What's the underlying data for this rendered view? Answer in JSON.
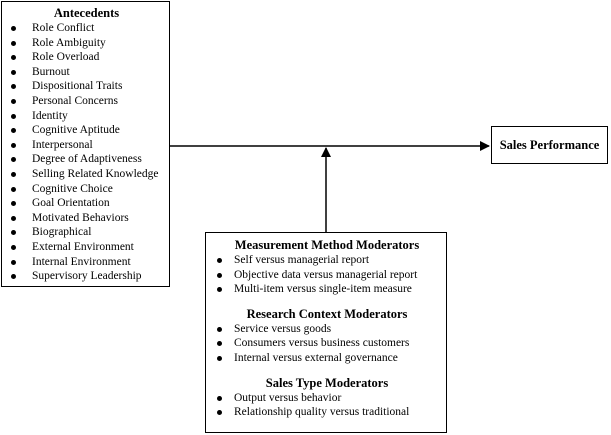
{
  "antecedents": {
    "title": "Antecedents",
    "items": [
      "Role Conflict",
      "Role Ambiguity",
      "Role Overload",
      "Burnout",
      "Dispositional Traits",
      "Personal Concerns",
      "Identity",
      "Cognitive Aptitude",
      "Interpersonal",
      "Degree of Adaptiveness",
      "Selling Related Knowledge",
      "Cognitive Choice",
      "Goal Orientation",
      "Motivated Behaviors",
      "Biographical",
      "External Environment",
      "Internal Environment",
      "Supervisory Leadership"
    ]
  },
  "outcome": {
    "title": "Sales Performance"
  },
  "moderators": {
    "measurement": {
      "title": "Measurement Method Moderators",
      "items": [
        "Self versus managerial report",
        "Objective data versus managerial report",
        "Multi-item versus single-item measure"
      ]
    },
    "research_context": {
      "title": "Research Context Moderators",
      "items": [
        "Service versus goods",
        "Consumers versus business customers",
        "Internal versus external governance"
      ]
    },
    "sales_type": {
      "title": "Sales Type Moderators",
      "items": [
        "Output versus behavior",
        "Relationship quality versus traditional"
      ]
    }
  }
}
